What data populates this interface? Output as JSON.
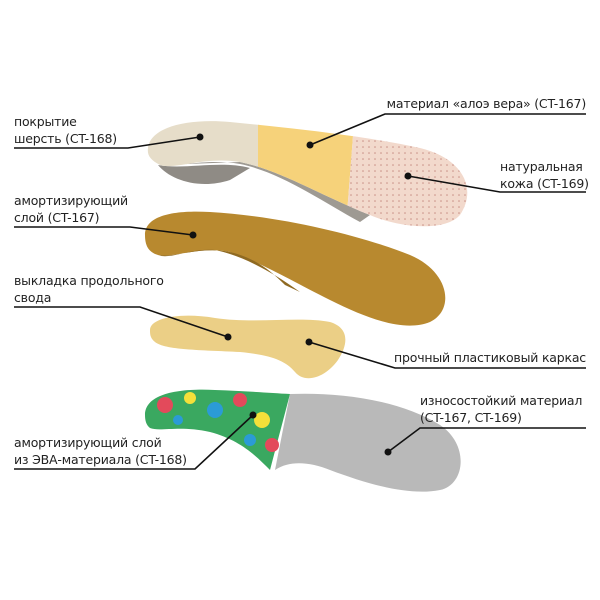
{
  "labels": {
    "wool_cover": [
      "покрытие",
      "шерсть (CT-168)"
    ],
    "aloe_vera": "материал «алоэ вера» (CT-167)",
    "natural_leather": [
      "натуральная",
      "кожа (CT-169)"
    ],
    "cushion_layer": [
      "амортизирующий",
      "слой (CT-167)"
    ],
    "arch_support": [
      "выкладка продольного",
      "свода"
    ],
    "plastic_frame": "прочный пластиковый каркас",
    "wear_resistant": [
      "износостойкий материал",
      "(CT-167, CT-169)"
    ],
    "eva_layer": [
      "амортизирующий слой",
      "из ЭВА-материала (CT-168)"
    ]
  },
  "colors": {
    "wool": "#e6ddc9",
    "aloe": "#f6d27a",
    "leather": "#f2d9cc",
    "cushion": "#b8892f",
    "arch": "#ebcf86",
    "sole": "#b9b9b9",
    "line": "#111111"
  }
}
